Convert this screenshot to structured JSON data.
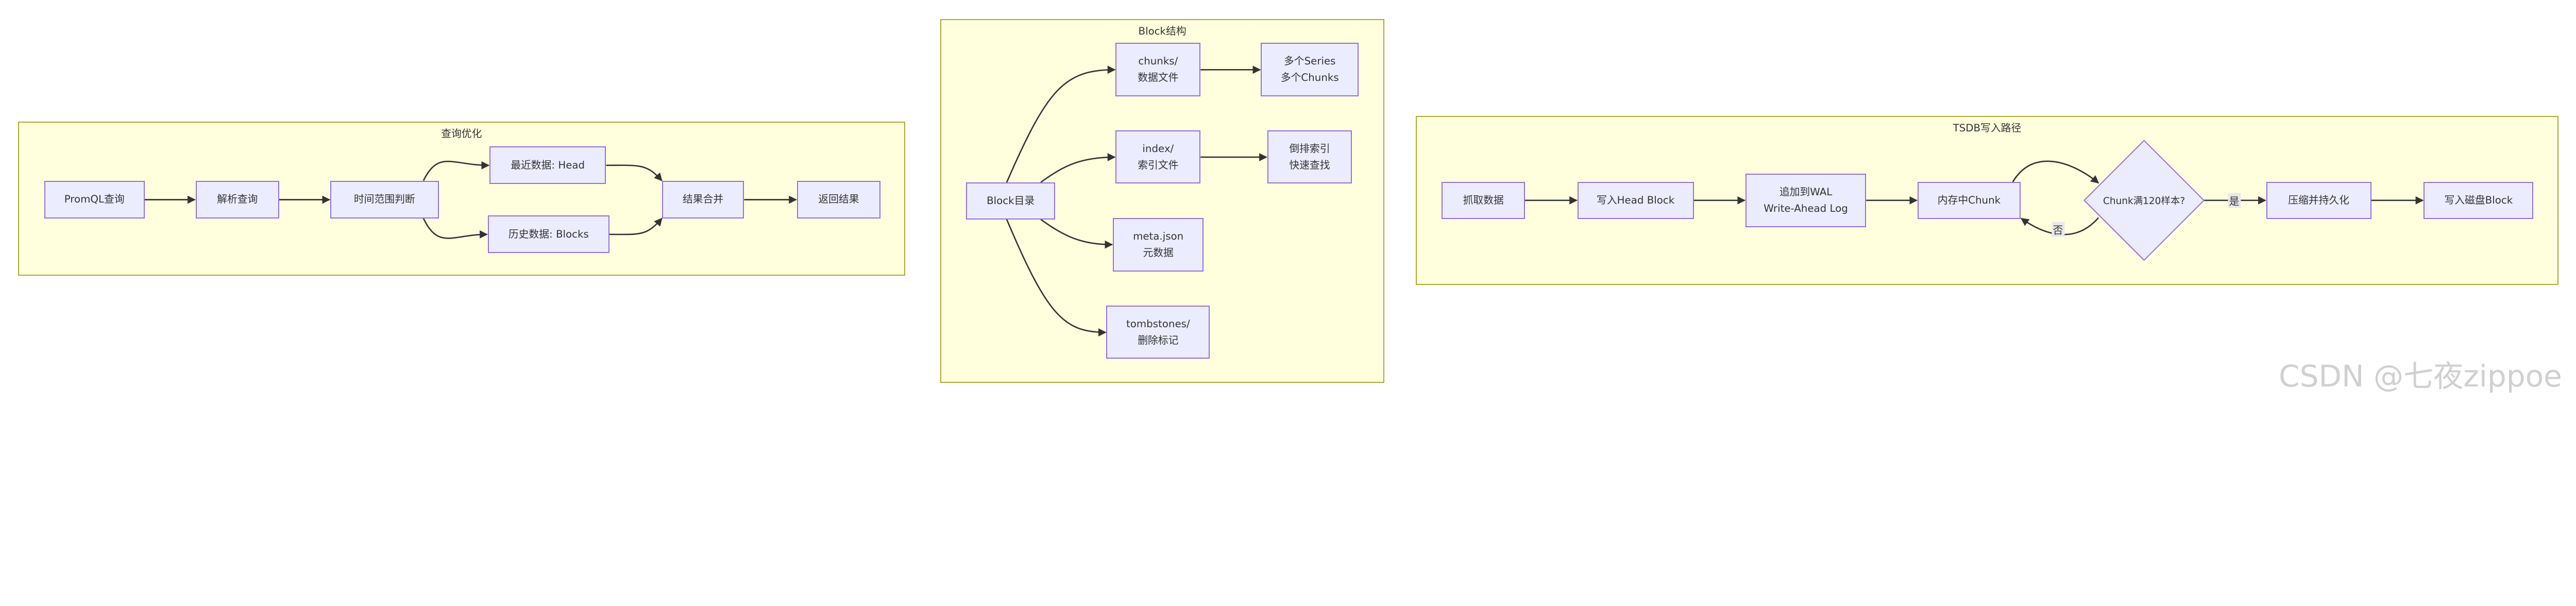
{
  "query_cluster": {
    "title": "查询优化",
    "nodes": {
      "promql": "PromQL查询",
      "parse": "解析查询",
      "time_range": "时间范围判断",
      "head": "最近数据: Head",
      "blocks": "历史数据: Blocks",
      "merge": "结果合并",
      "return": "返回结果"
    }
  },
  "block_cluster": {
    "title": "Block结构",
    "nodes": {
      "block_dir": "Block目录",
      "chunks": [
        "chunks/",
        "数据文件"
      ],
      "series": [
        "多个Series",
        "多个Chunks"
      ],
      "index": [
        "index/",
        "索引文件"
      ],
      "inverted": [
        "倒排索引",
        "快速查找"
      ],
      "meta": [
        "meta.json",
        "元数据"
      ],
      "tombstones": [
        "tombstones/",
        "删除标记"
      ]
    }
  },
  "write_cluster": {
    "title": "TSDB写入路径",
    "nodes": {
      "scrape": "抓取数据",
      "write_head": "写入Head Block",
      "wal": [
        "追加到WAL",
        "Write-Ahead Log"
      ],
      "mem_chunk": "内存中Chunk",
      "decision": "Chunk满120样本?",
      "compress": "压缩并持久化",
      "write_disk": "写入磁盘Block"
    },
    "edge_labels": {
      "yes": "是",
      "no": "否"
    }
  },
  "watermark": "CSDN @七夜zippoe",
  "colors": {
    "cluster_fill": "#ffffde",
    "cluster_border": "#aaaa33",
    "node_fill": "#ececff",
    "node_border": "#9370db",
    "edge": "#333333"
  }
}
